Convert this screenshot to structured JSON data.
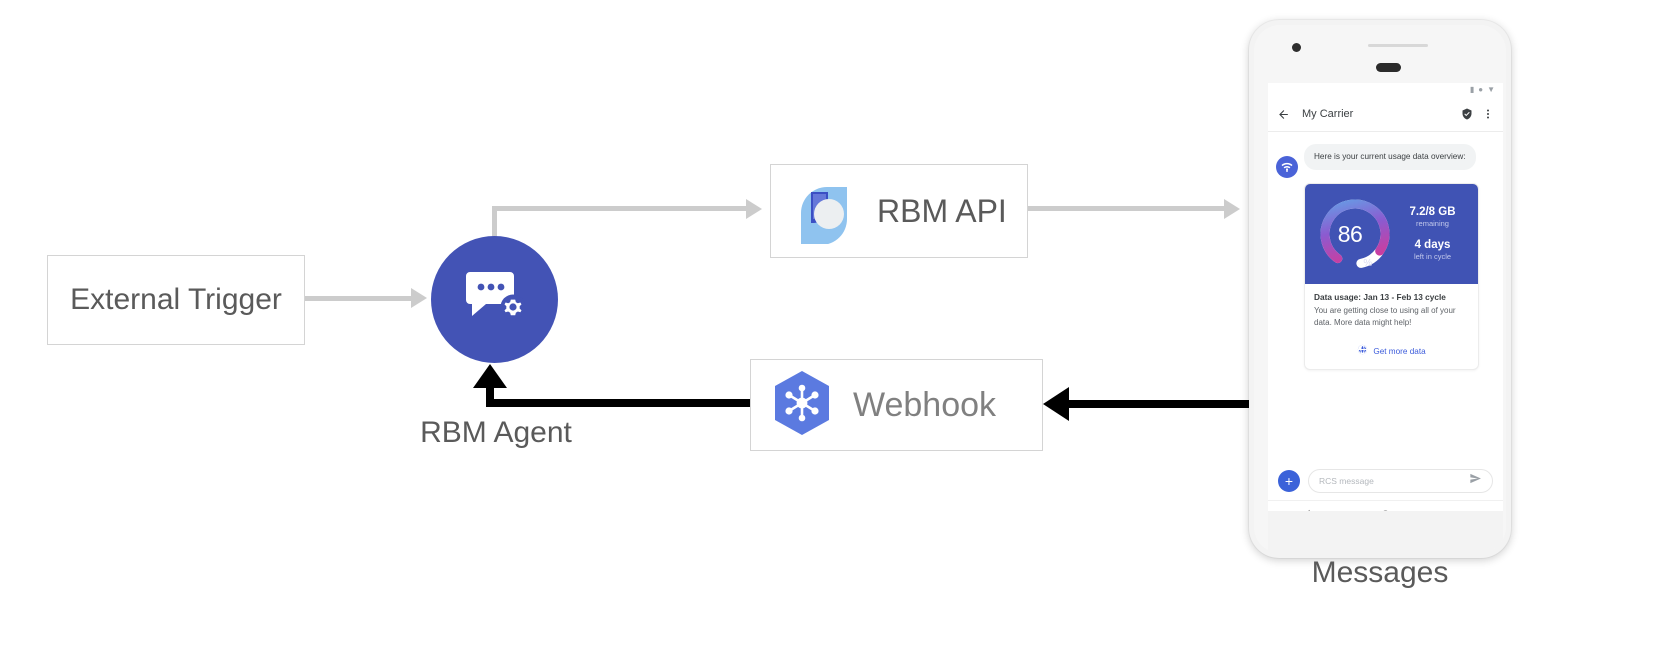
{
  "diagram": {
    "external_trigger": {
      "label": "External Trigger"
    },
    "rbm_agent": {
      "label": "RBM Agent",
      "icon": "chat-gear-icon"
    },
    "rbm_api": {
      "label": "RBM API",
      "icon": "rbm-api-logo-icon"
    },
    "webhook": {
      "label": "Webhook",
      "icon": "hexagon-nodes-icon"
    },
    "phone_caption": "Messages",
    "colors": {
      "agent_blue": "#4353b5",
      "connector_grey": "#cccccc",
      "connector_black": "#000000",
      "card_blue": "#4053b4",
      "link_blue": "#3b5bdb"
    }
  },
  "phone": {
    "status_bar": {
      "icons": [
        "signal-icon",
        "wifi-dot-icon",
        "battery-icon"
      ]
    },
    "app_bar": {
      "back_icon": "back-arrow-icon",
      "title": "My Carrier",
      "verified_icon": "verified-shield-icon",
      "overflow_icon": "more-vertical-icon"
    },
    "conversation": {
      "avatar_icon": "carrier-wifi-avatar-icon",
      "bubble_text": "Here is your current usage data overview:",
      "card": {
        "gauge": {
          "percent_value": "86",
          "percent_symbol": "%",
          "percent_number": 86
        },
        "stats": [
          {
            "value": "7.2/8 GB",
            "caption": "remaining"
          },
          {
            "value": "4 days",
            "caption": "left in cycle"
          }
        ],
        "title": "Data usage: Jan 13 - Feb 13 cycle",
        "description": "You are getting close to using all of your data. More data might help!",
        "action": {
          "icon": "globe-icon",
          "label": "Get more data"
        }
      }
    },
    "composer": {
      "add_icon": "plus-icon",
      "placeholder": "RCS message",
      "send_icon": "send-icon"
    },
    "nav_bar": {
      "back": "nav-back-triangle-icon",
      "home": "nav-home-circle-icon",
      "recents": "nav-recents-square-icon"
    }
  }
}
